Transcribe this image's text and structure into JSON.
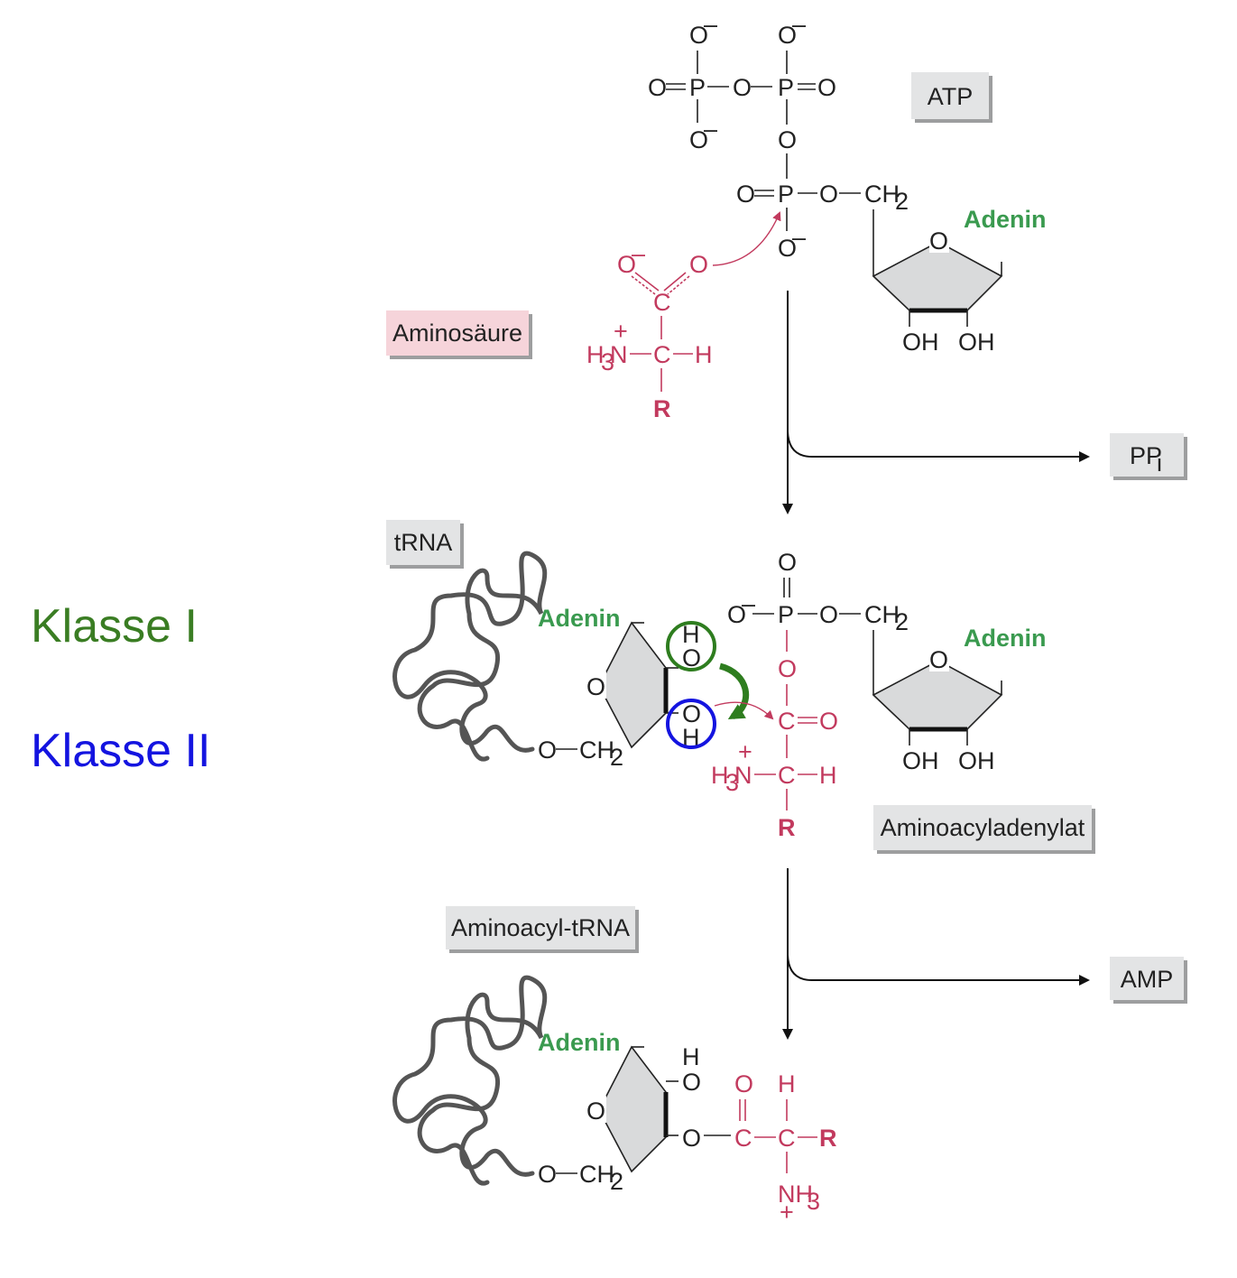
{
  "legend": {
    "class1": {
      "label": "Klasse I",
      "color": "#3a7d23"
    },
    "class2": {
      "label": "Klasse II",
      "color": "#1414e0"
    }
  },
  "boxes": {
    "atp": "ATP",
    "amino_acid": "Aminosäure",
    "ppi": "PP",
    "ppi_sub": "i",
    "trna": "tRNA",
    "aminoacyladenylat": "Aminoacyladenylat",
    "aminoacyl_trna": "Aminoacyl-tRNA",
    "amp": "AMP"
  },
  "molecule_labels": {
    "adenin": "Adenin",
    "oh": "OH",
    "r": "R",
    "h3n": "H3N",
    "nh3": "NH3"
  },
  "colors": {
    "amino_acid": "#c23a5e",
    "adenin": "#3a9a4f",
    "box_fill": "#e3e4e5",
    "pink_box": "#f6d4da"
  }
}
